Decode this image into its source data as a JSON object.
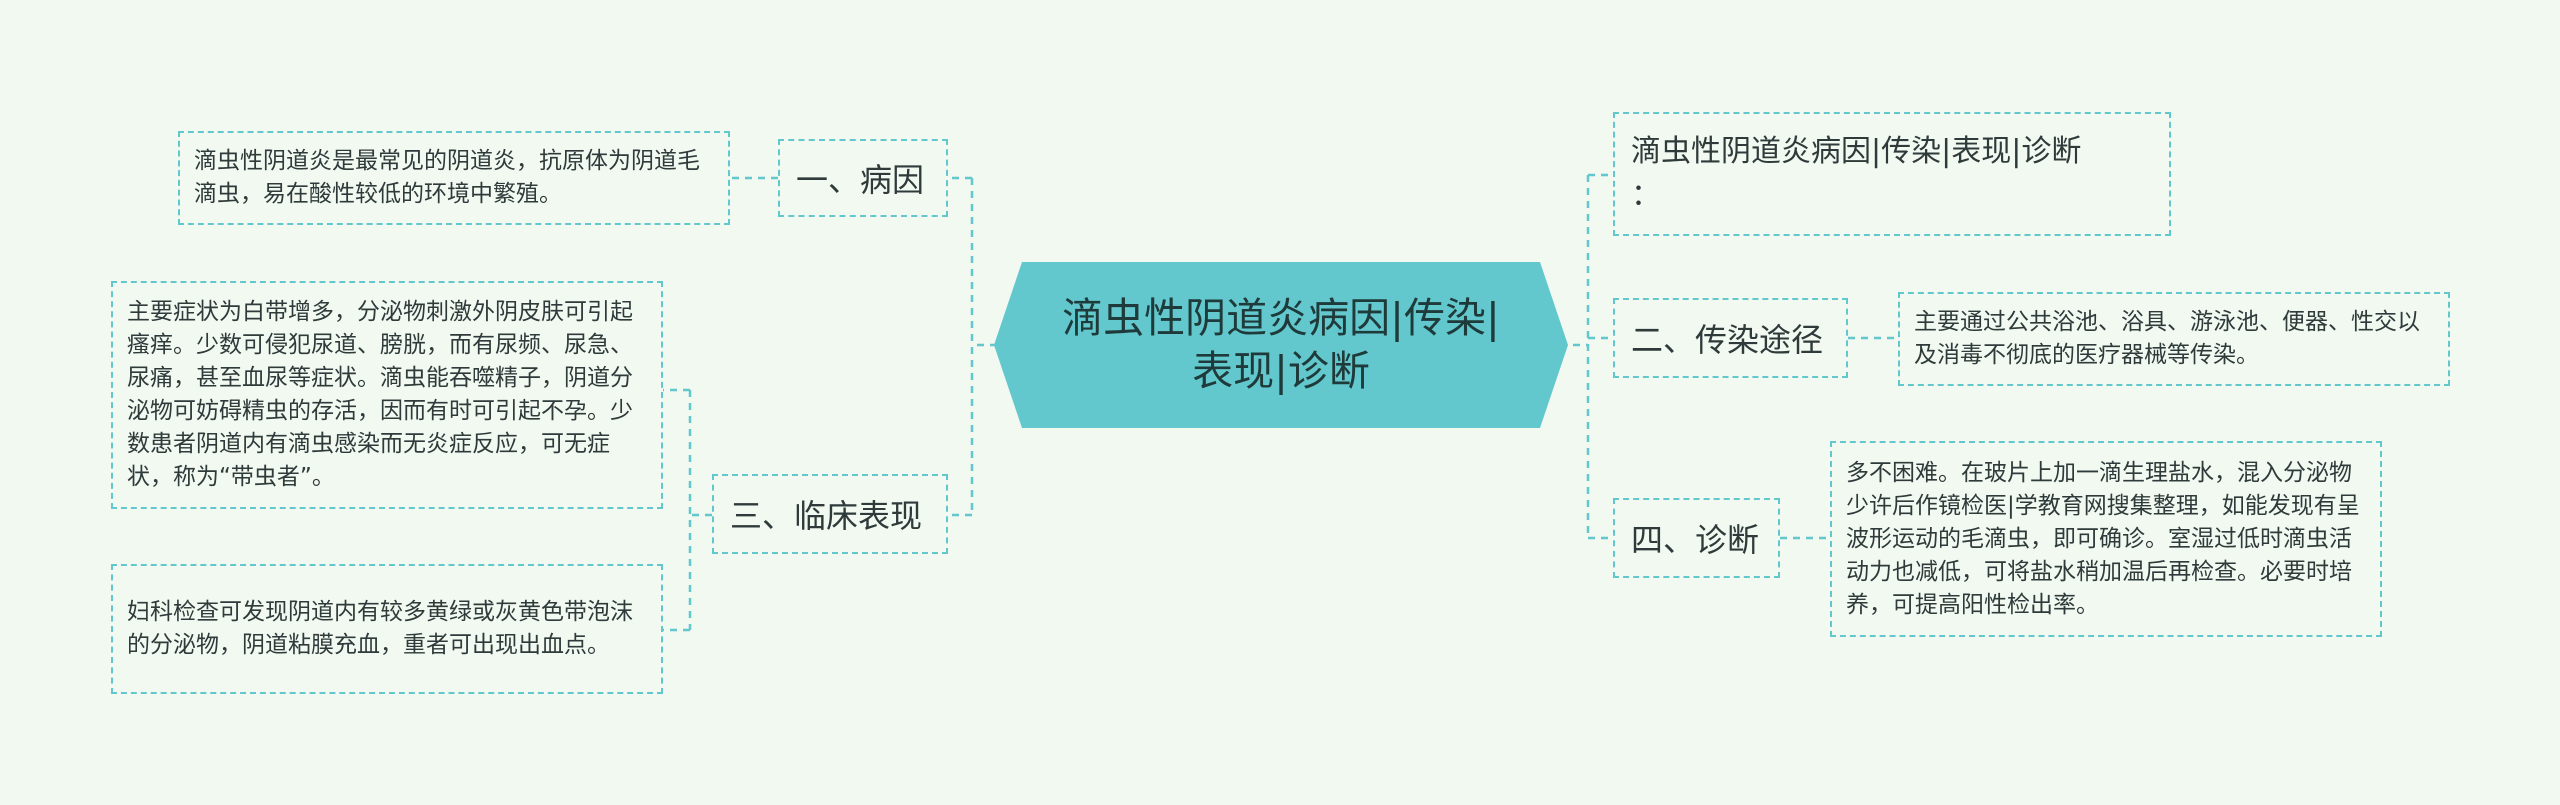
{
  "colors": {
    "background": "#f1f9f1",
    "root_fill": "#62c8cd",
    "line": "#62c8cd"
  },
  "root": {
    "label": "滴虫性阴道炎病因|传染|表现|诊断"
  },
  "left": {
    "b1": {
      "label": "一、病因",
      "leaf": "滴虫性阴道炎是最常见的阴道炎，抗原体为阴道毛滴虫，易在酸性较低的环境中繁殖。"
    },
    "b3": {
      "label": "三、临床表现",
      "leaf1": "主要症状为白带增多，分泌物刺激外阴皮肤可引起瘙痒。少数可侵犯尿道、膀胱，而有尿频、尿急、尿痛，甚至血尿等症状。滴虫能吞噬精子，阴道分泌物可妨碍精虫的存活，因而有时可引起不孕。少数患者阴道内有滴虫感染而无炎症反应，可无症状，称为“带虫者”。",
      "leaf2": "妇科检查可发现阴道内有较多黄绿或灰黄色带泡沫的分泌物，阴道粘膜充血，重者可出现出血点。"
    }
  },
  "right": {
    "title": {
      "label": "滴虫性阴道炎病因|传染|表现|诊断：",
      "label_line1": "滴虫性阴道炎病因|传染|表现|诊断",
      "label_line2": "："
    },
    "b2": {
      "label": "二、传染途径",
      "leaf": "主要通过公共浴池、浴具、游泳池、便器、性交以及消毒不彻底的医疗器械等传染。"
    },
    "b4": {
      "label": "四、诊断",
      "leaf": "多不困难。在玻片上加一滴生理盐水，混入分泌物少许后作镜检医|学教育网搜集整理，如能发现有呈波形运动的毛滴虫，即可确诊。室湿过低时滴虫活动力也减低，可将盐水稍加温后再检查。必要时培养，可提高阳性检出率。"
    }
  }
}
